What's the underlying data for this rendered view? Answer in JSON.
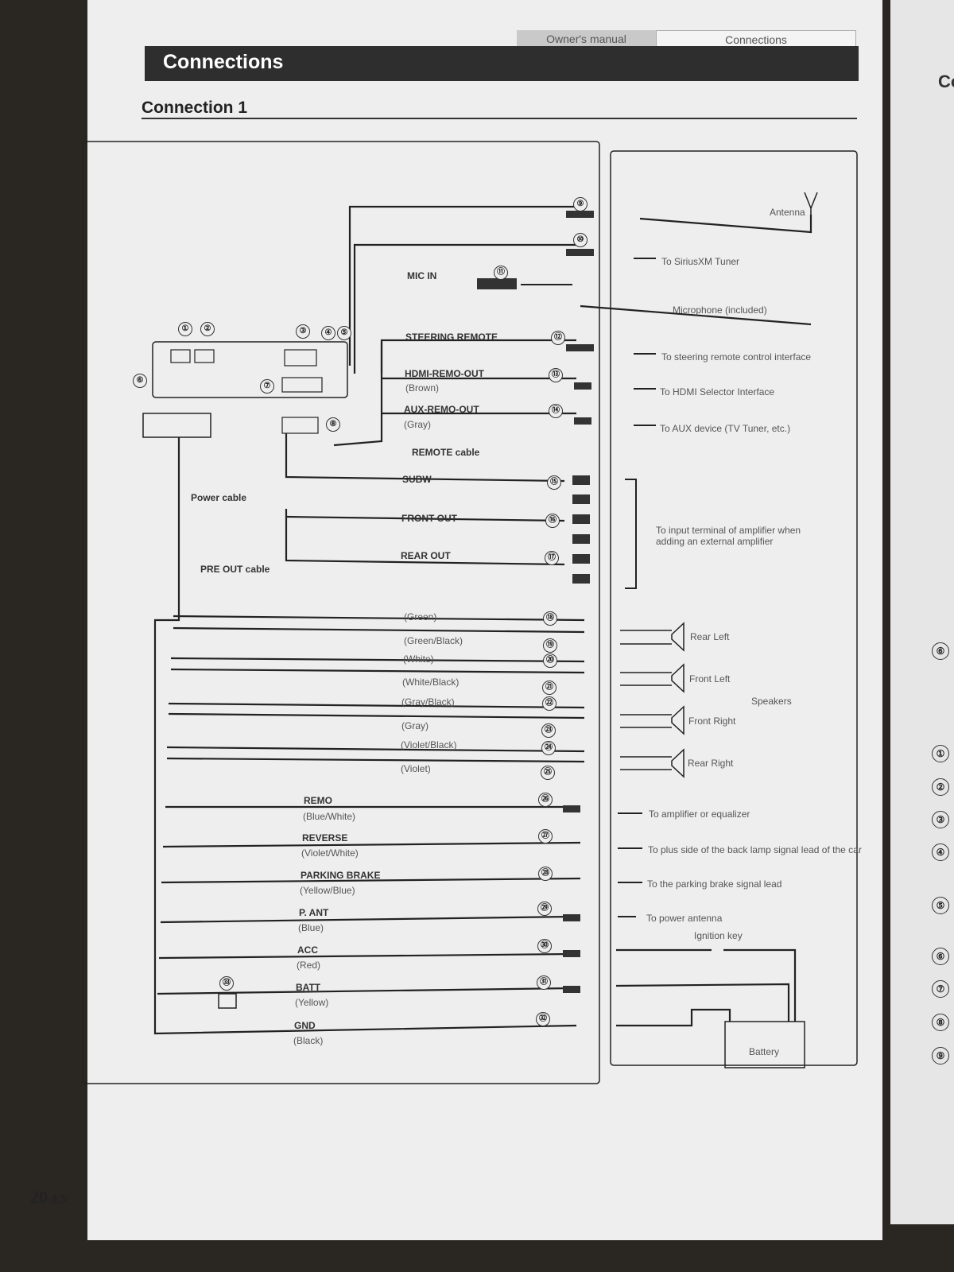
{
  "header": {
    "tab_manual": "Owner's manual",
    "tab_section": "Connections",
    "title": "Connections",
    "subtitle": "Connection 1"
  },
  "wires": [
    {
      "num": "⑨",
      "dest": "Antenna"
    },
    {
      "num": "⑩",
      "dest": "To SiriusXM Tuner"
    },
    {
      "num": "⑪",
      "name": "MIC IN",
      "dest": "Microphone (included)"
    },
    {
      "num": "⑫",
      "name": "STEERING REMOTE",
      "dest": "To steering remote control interface"
    },
    {
      "num": "⑬",
      "name": "HDMI-REMO-OUT",
      "color": "(Brown)",
      "dest": "To HDMI Selector Interface"
    },
    {
      "num": "⑭",
      "name": "AUX-REMO-OUT",
      "color": "(Gray)",
      "dest": "To AUX device (TV Tuner, etc.)"
    },
    {
      "num": "⑮",
      "name": "SUBW"
    },
    {
      "num": "⑯",
      "name": "FRONT OUT"
    },
    {
      "num": "⑰",
      "name": "REAR OUT"
    }
  ],
  "amp_note": "To input terminal of amplifier when adding an external amplifier",
  "remote_cable": "REMOTE cable",
  "power_cable": "Power cable",
  "preout_cable": "PRE OUT cable",
  "speaker_wires": [
    {
      "num": "⑱",
      "color": "(Green)"
    },
    {
      "num": "⑲",
      "color": "(Green/Black)"
    },
    {
      "num": "⑳",
      "color": "(White)"
    },
    {
      "num": "㉑",
      "color": "(White/Black)"
    },
    {
      "num": "㉒",
      "color": "(Gray/Black)"
    },
    {
      "num": "㉓",
      "color": "(Gray)"
    },
    {
      "num": "㉔",
      "color": "(Violet/Black)"
    },
    {
      "num": "㉕",
      "color": "(Violet)"
    }
  ],
  "speakers": [
    "Rear Left",
    "Front Left",
    "Front Right",
    "Rear Right"
  ],
  "speakers_label": "Speakers",
  "power_wires": [
    {
      "num": "㉖",
      "name": "REMO",
      "color": "(Blue/White)",
      "dest": "To amplifier or equalizer"
    },
    {
      "num": "㉗",
      "name": "REVERSE",
      "color": "(Violet/White)",
      "dest": "To plus side of the back lamp signal lead of the car"
    },
    {
      "num": "㉘",
      "name": "PARKING BRAKE",
      "color": "(Yellow/Blue)",
      "dest": "To the parking brake signal lead"
    },
    {
      "num": "㉙",
      "name": "P. ANT",
      "color": "(Blue)",
      "dest": "To power antenna"
    },
    {
      "num": "㉚",
      "name": "ACC",
      "color": "(Red)"
    },
    {
      "num": "㉛",
      "name": "BATT",
      "color": "(Yellow)"
    },
    {
      "num": "㉜",
      "name": "GND",
      "color": "(Black)"
    }
  ],
  "fuse_num": "㉝",
  "ignition_key": "Ignition key",
  "battery": "Battery",
  "unit_nums": [
    "①",
    "②",
    "③",
    "④",
    "⑤",
    "⑥",
    "⑦",
    "⑧"
  ],
  "right_page": {
    "partial_heading": "Co",
    "nums": [
      "⑥",
      "①",
      "②",
      "③",
      "④",
      "⑤",
      "⑥",
      "⑦",
      "⑧",
      "⑨"
    ]
  },
  "footer": {
    "page": "20",
    "lang": "-EN"
  }
}
